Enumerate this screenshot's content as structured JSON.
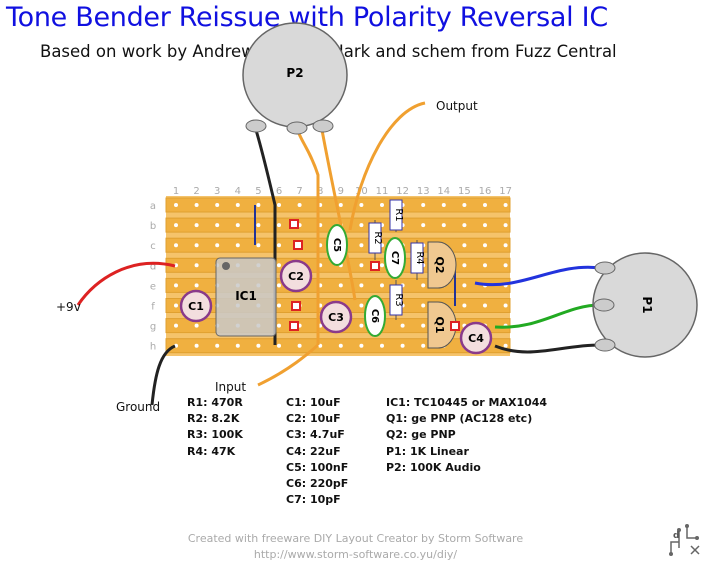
{
  "title": "Tone Bender Reissue with Polarity Reversal IC",
  "subtitle": "Based on work by Andrew Carrell, IvIark and schem from Fuzz Central",
  "columns": [
    "1",
    "2",
    "3",
    "4",
    "5",
    "6",
    "7",
    "8",
    "9",
    "10",
    "11",
    "12",
    "13",
    "14",
    "15",
    "16",
    "17"
  ],
  "rows": [
    "a",
    "b",
    "c",
    "d",
    "e",
    "f",
    "g",
    "h"
  ],
  "components": {
    "p1": "P1",
    "p2": "P2",
    "ic1": "IC1",
    "c1": "C1",
    "c2": "C2",
    "c3": "C3",
    "c4": "C4",
    "c5": "C5",
    "c6": "C6",
    "c7": "C7",
    "r1": "R1",
    "r2": "R2",
    "r3": "R3",
    "r4": "R4",
    "q1": "Q1",
    "q2": "Q2"
  },
  "wire_labels": {
    "output": "Output",
    "input": "Input",
    "v9": "+9v",
    "ground": "Ground"
  },
  "bom": {
    "resistors": [
      "R1: 470R",
      "R2: 8.2K",
      "R3: 100K",
      "R4: 47K"
    ],
    "capacitors": [
      "C1: 10uF",
      "C2: 10uF",
      "C3: 4.7uF",
      "C4: 22uF",
      "C5: 100nF",
      "C6: 220pF",
      "C7: 10pF"
    ],
    "other": [
      "IC1: TC10445 or MAX1044",
      "Q1: ge PNP (AC128 etc)",
      "Q2: ge PNP",
      "P1: 1K Linear",
      "P2: 100K Audio"
    ]
  },
  "footer": {
    "line1": "Created with freeware DIY Layout Creator by Storm Software",
    "line2": "http://www.storm-software.co.yu/diy/"
  },
  "colors": {
    "title": "#1010e0",
    "strip": "#f0b040",
    "wire_orange": "#f0a030",
    "wire_red": "#dd2222",
    "wire_blue": "#2233dd",
    "wire_green": "#22aa22"
  }
}
